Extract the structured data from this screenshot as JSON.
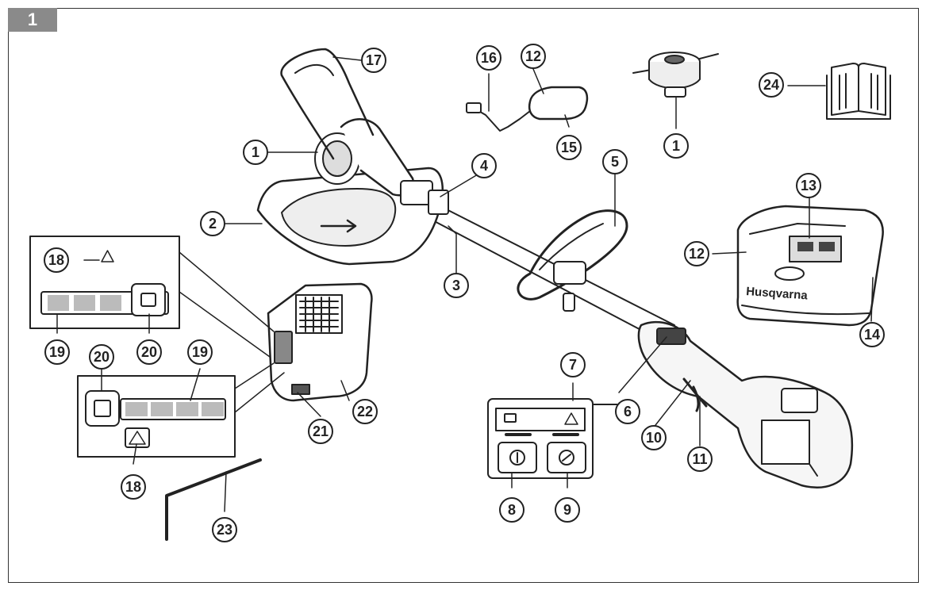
{
  "figure": {
    "number": "1"
  },
  "brand": {
    "logo_text": "Husqvarna"
  },
  "callouts": {
    "c1_head": "1",
    "c1_spool": "1",
    "c2": "2",
    "c3": "3",
    "c4": "4",
    "c5": "5",
    "c6": "6",
    "c7": "7",
    "c8": "8",
    "c9": "9",
    "c10": "10",
    "c11": "11",
    "c12_adapter": "12",
    "c12_charger": "12",
    "c13": "13",
    "c14": "14",
    "c15": "15",
    "c16": "16",
    "c17": "17",
    "c18_top": "18",
    "c18_bottom": "18",
    "c19_top": "19",
    "c19_bottom": "19",
    "c20_top": "20",
    "c20_bottom": "20",
    "c21": "21",
    "c22": "22",
    "c23": "23",
    "c24": "24"
  }
}
